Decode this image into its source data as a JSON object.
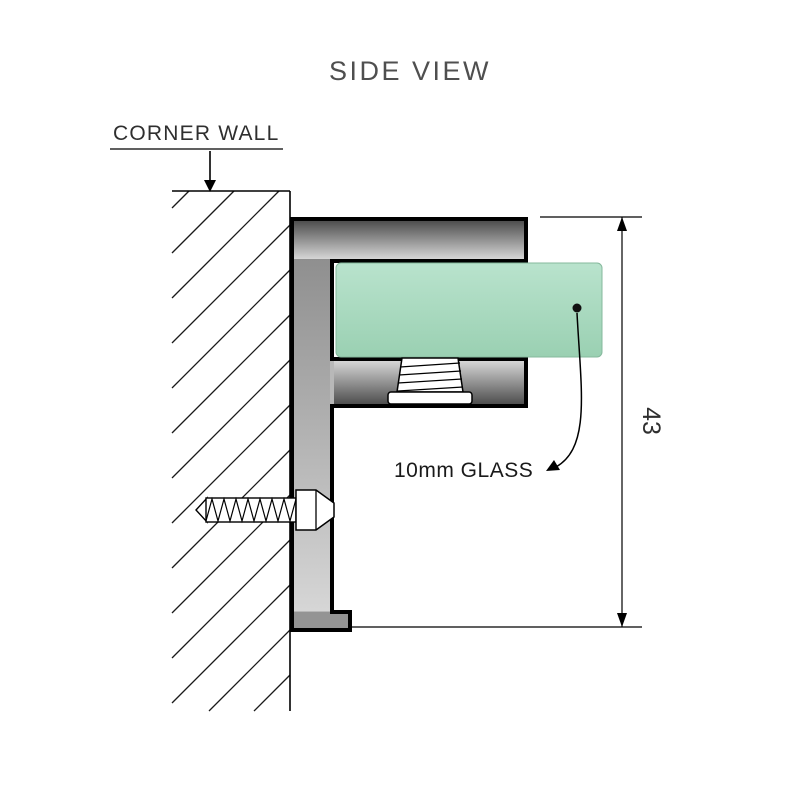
{
  "diagram": {
    "title": "SIDE VIEW",
    "wall_label": "CORNER WALL",
    "glass_label": "10mm GLASS",
    "dimension_value": "43",
    "colors": {
      "glass_light": "#b9e3cd",
      "glass_dark": "#9ad0b2",
      "glass_edge": "#85b89c",
      "metal_base": "#b8b8b8",
      "metal_dark": "#4e4e4e",
      "metal_light": "#d6d6d6",
      "metal_mid": "#8f8f8f",
      "outline": "#000000",
      "title_text": "#4f4f4f",
      "label_text": "#2f2f2f"
    }
  }
}
